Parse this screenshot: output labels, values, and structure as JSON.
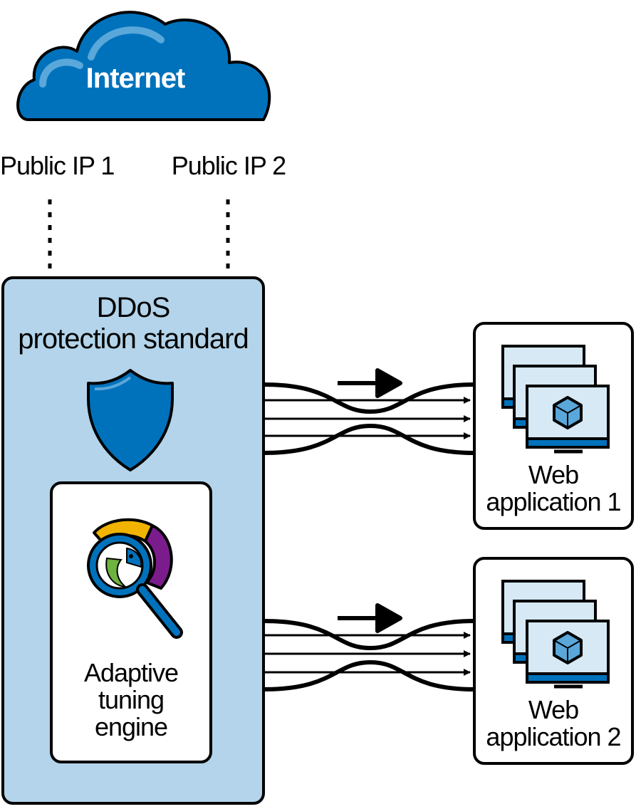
{
  "cloud": {
    "label": "Internet",
    "icon": "cloud-icon"
  },
  "public_ips": [
    "Public IP 1",
    "Public IP 2"
  ],
  "ddos": {
    "title_line1": "DDoS",
    "title_line2": "protection standard",
    "icon": "shield-icon"
  },
  "engine": {
    "line1": "Adaptive",
    "line2": "tuning",
    "line3": "engine",
    "icon": "magnifier-icon"
  },
  "apps": [
    {
      "line1": "Web",
      "line2": "application 1"
    },
    {
      "line1": "Web",
      "line2": "application 2"
    }
  ],
  "colors": {
    "blue": "#0072BC",
    "light_blue_fill": "#B3D4EA",
    "screen_fill": "#D6E9F5",
    "yellow": "#F0B400",
    "purple": "#7B1C8C",
    "green": "#6DB33F",
    "outline": "#000000"
  }
}
